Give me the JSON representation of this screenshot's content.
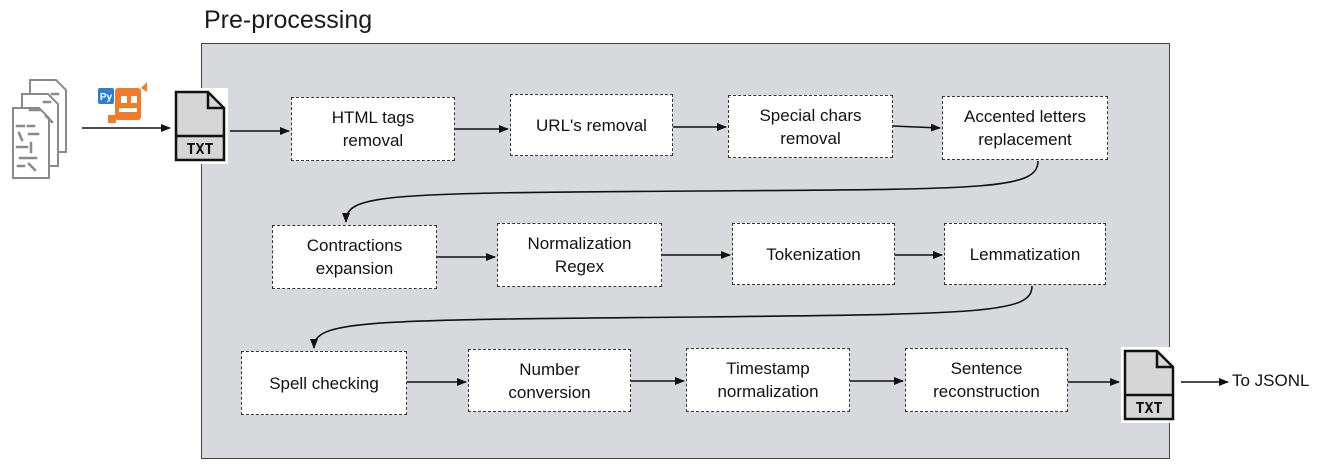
{
  "section_title": "Pre-processing",
  "txt_label": "TXT",
  "source_icon_badge": "Py",
  "steps": [
    {
      "id": "html",
      "label": "HTML tags\nremoval"
    },
    {
      "id": "url",
      "label": "URL's removal"
    },
    {
      "id": "special",
      "label": "Special chars\nremoval"
    },
    {
      "id": "accented",
      "label": "Accented letters\nreplacement"
    },
    {
      "id": "contractions",
      "label": "Contractions\nexpansion"
    },
    {
      "id": "normalization",
      "label": "Normalization\nRegex"
    },
    {
      "id": "tokenization",
      "label": "Tokenization"
    },
    {
      "id": "lemmatization",
      "label": "Lemmatization"
    },
    {
      "id": "spell",
      "label": "Spell checking"
    },
    {
      "id": "number",
      "label": "Number\nconversion"
    },
    {
      "id": "timestamp",
      "label": "Timestamp\nnormalization"
    },
    {
      "id": "sentence",
      "label": "Sentence\nreconstruction"
    }
  ],
  "output_label": "To JSONL",
  "colors": {
    "panel": "#d7d9dd",
    "stroke": "#333333",
    "accent_orange": "#f07c2a",
    "accent_blue": "#2f7fd0"
  }
}
